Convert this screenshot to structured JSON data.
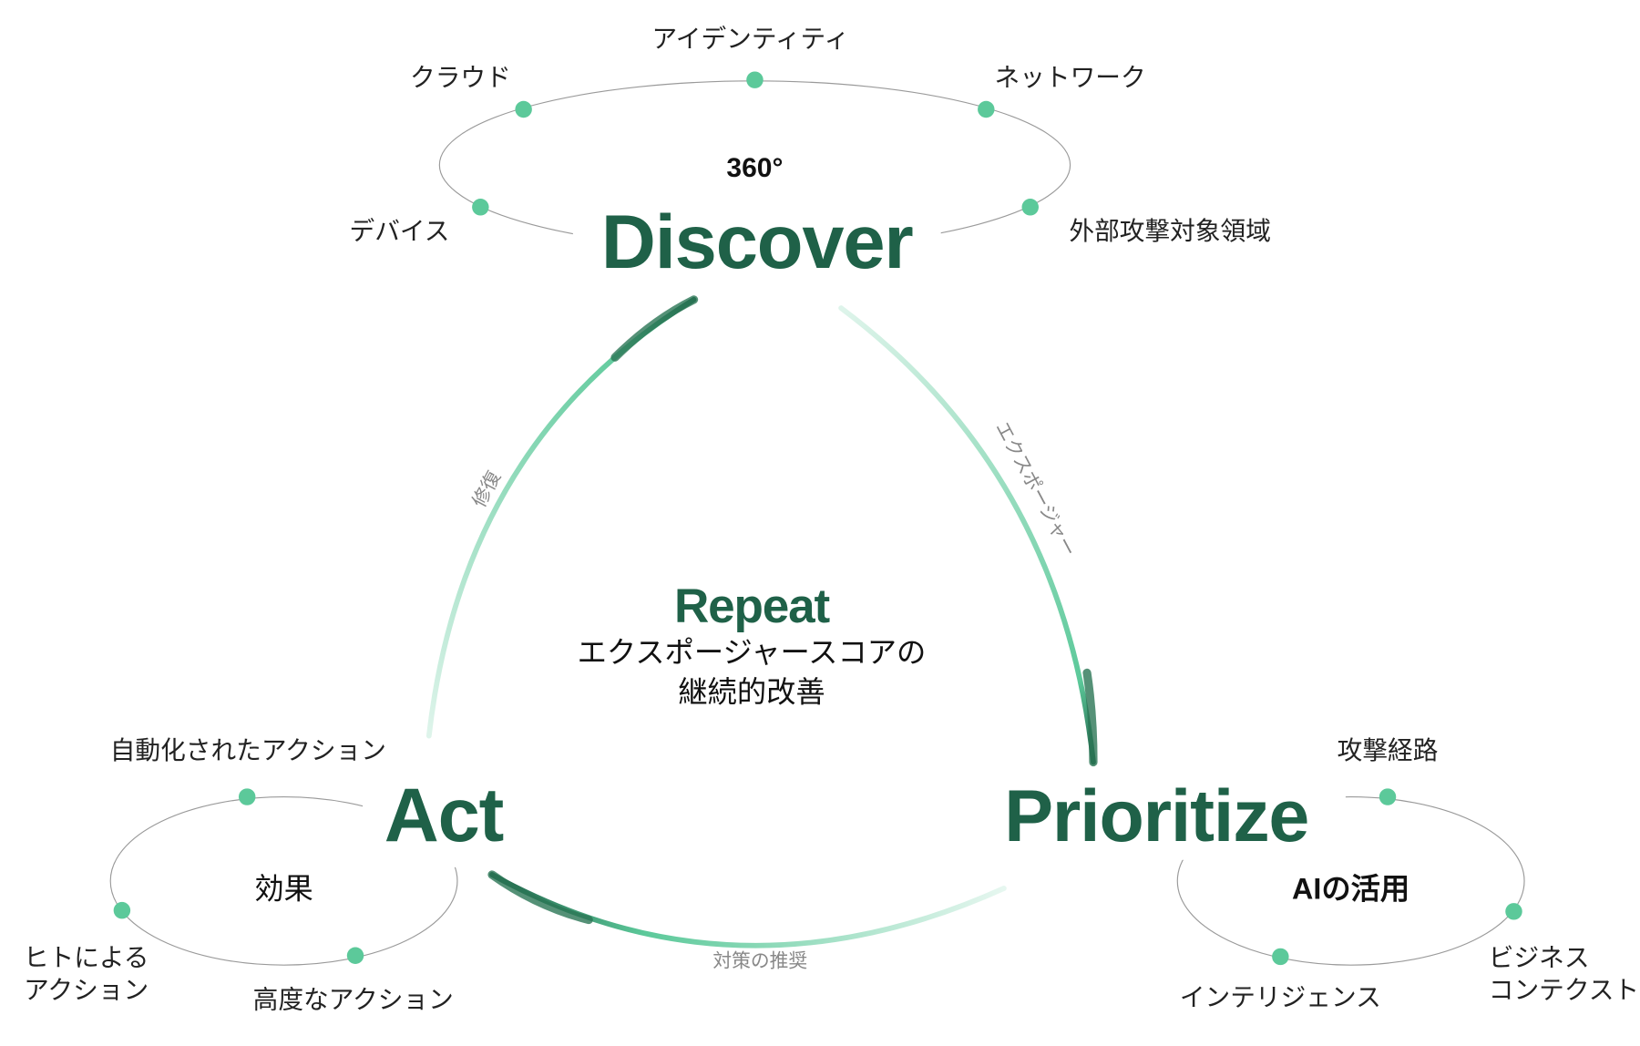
{
  "colors": {
    "dark_green": "#1f6148",
    "light_green": "#5cc99a",
    "ring": "#9a9a9a"
  },
  "discover": {
    "title": "Discover",
    "center": "360°",
    "items": [
      "クラウド",
      "アイデンティティ",
      "ネットワーク",
      "デバイス",
      "外部攻撃対象領域"
    ]
  },
  "act": {
    "title": "Act",
    "center": "効果",
    "items": [
      "自動化されたアクション",
      "ヒトによる",
      "アクション",
      "高度なアクション"
    ]
  },
  "prioritize": {
    "title": "Prioritize",
    "center": "AIの活用",
    "items": [
      "攻撃経路",
      "ビジネス",
      "コンテクスト",
      "インテリジェンス"
    ]
  },
  "repeat": {
    "title": "Repeat",
    "line1": "エクスポージャースコアの",
    "line2": "継続的改善"
  },
  "arcs": {
    "left": "修復",
    "right": "エクスポージャー",
    "bottom": "対策の推奨"
  }
}
